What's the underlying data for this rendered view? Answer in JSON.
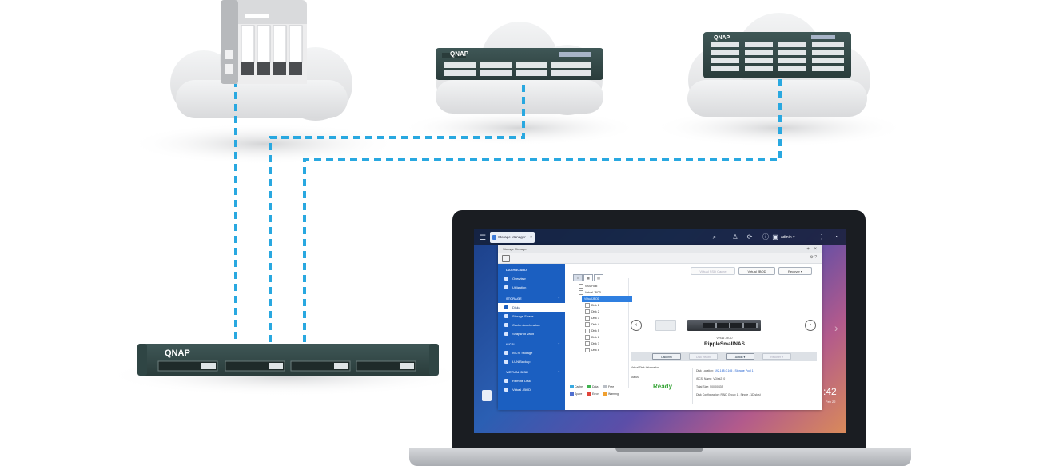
{
  "devices": {
    "rack_top_brand": "QNAP",
    "rack_right_brand": "QNAP",
    "rack_bottom_brand": "QNAP"
  },
  "colors": {
    "link_blue": "#29a8e0",
    "cloud_gray": "#e4e5e7",
    "sidebar_blue": "#1b5fc1",
    "ready_green": "#3aa63a"
  },
  "qts": {
    "topbar": {
      "menu_icon": "hamburger-icon",
      "tab_label": "Storage Manager",
      "user_label": "admin ▾",
      "icons": [
        "search-icon",
        "user-status-icon",
        "sync-icon",
        "notification-icon",
        "account-icon",
        "more-icon",
        "dashboard-icon"
      ]
    },
    "window": {
      "title": "Storage Manager",
      "controls": "– + ×",
      "toolbar_right": "⚙ ?"
    },
    "sidebar": {
      "sections": [
        {
          "title": "DASHBOARD",
          "items": [
            "Overview",
            "Utilization"
          ]
        },
        {
          "title": "STORAGE",
          "items": [
            "Disks",
            "Storage Space",
            "Cache Acceleration",
            "Snapshot Vault"
          ]
        },
        {
          "title": "iSCSI",
          "items": [
            "iSCSI Storage",
            "LUN Backup"
          ]
        },
        {
          "title": "VIRTUAL DISK",
          "items": [
            "Remote Disk",
            "Virtual JBOD"
          ]
        }
      ],
      "active_item": "Disks"
    },
    "main": {
      "view_buttons": [
        "≡",
        "▦",
        "▤"
      ],
      "buttons": {
        "virtual_ssd": "Virtual SSD Cache",
        "virtual_jbod": "Virtual JBOD",
        "recover": "Recover ▾"
      },
      "tree": [
        "NAS Host",
        "Virtual JBOD",
        "VirtualJBOD",
        "Disk 1",
        "Disk 2",
        "Disk 3",
        "Disk 4",
        "Disk 5",
        "Disk 6",
        "Disk 7",
        "Disk 8"
      ],
      "legend": [
        {
          "label": "Cache",
          "color": "#39a9e0"
        },
        {
          "label": "Data",
          "color": "#3fb34f"
        },
        {
          "label": "Free",
          "color": "#b9bec5"
        },
        {
          "label": "Spare",
          "color": "#4f6fd0"
        },
        {
          "label": "Error",
          "color": "#e0443a"
        },
        {
          "label": "Warning",
          "color": "#f0a030"
        }
      ],
      "detail": {
        "prev_icon": "chevron-left-icon",
        "next_icon": "chevron-right-icon",
        "label": "Virtual JBOD",
        "name": "RippleSmallNAS"
      },
      "actions": [
        "Disk Info",
        "Disk Health",
        "Action ▾",
        "Recover ▾"
      ],
      "info": {
        "heading": "Virtual Disk Information",
        "status_label": "Status",
        "status_value": "Ready",
        "disk_location_label": "Disk Location:",
        "disk_location_value": "192.168.0.165 - Storage Pool 1",
        "iscsi_name": "iSCSI Name: VDisk2_0",
        "total_size": "Total Size: 500.00 GB",
        "disk_config": "Disk Configuration: RAID Group 1 , Single , 1Disk(s)"
      }
    },
    "desktop": {
      "time": ":42",
      "date": "Feb 22"
    }
  }
}
